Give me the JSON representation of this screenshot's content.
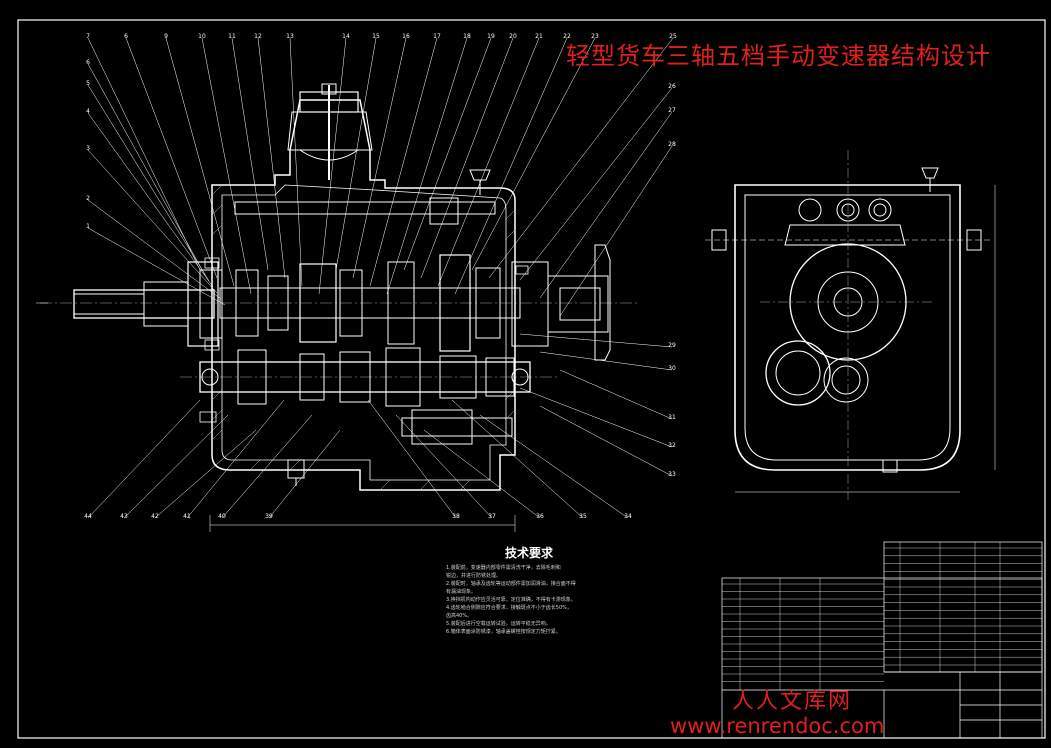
{
  "title": "轻型货车三轴五档手动变速器结构设计",
  "tech": {
    "heading": "技术要求",
    "items": [
      "1.装配前，变速器内部零件需清洗干净，去除毛刺和",
      "  锐边，并进行防锈处理。",
      "2.装配时，轴承及齿轮等运动部件需加润滑油，接合面不得",
      "  有漏油现象。",
      "3.换挡机构动作应灵活可靠，定位准确，不得有卡滞现象。",
      "4.齿轮啮合侧隙应符合要求，接触斑点不小于齿长50%，",
      "  齿高40%。",
      "5.装配后进行空载运转试验，运转平稳无异响。",
      "6.箱体表面涂防锈漆，轴承盖螺栓按规定力矩拧紧。"
    ]
  },
  "callouts": {
    "top": [
      "7",
      "6",
      "9",
      "10",
      "11",
      "12",
      "13",
      "14",
      "15",
      "16",
      "17",
      "18",
      "19",
      "20",
      "21",
      "22",
      "23",
      "25"
    ],
    "left": [
      "6",
      "5",
      "4",
      "3",
      "2",
      "1"
    ],
    "right": [
      "26",
      "27",
      "28",
      "29",
      "30",
      "31",
      "32",
      "33"
    ],
    "bottom": [
      "44",
      "43",
      "42",
      "41",
      "40",
      "39",
      "38",
      "37",
      "36",
      "35",
      "34"
    ]
  },
  "watermark": {
    "cn": "人人文库网",
    "url": "www.renrendoc.com"
  }
}
